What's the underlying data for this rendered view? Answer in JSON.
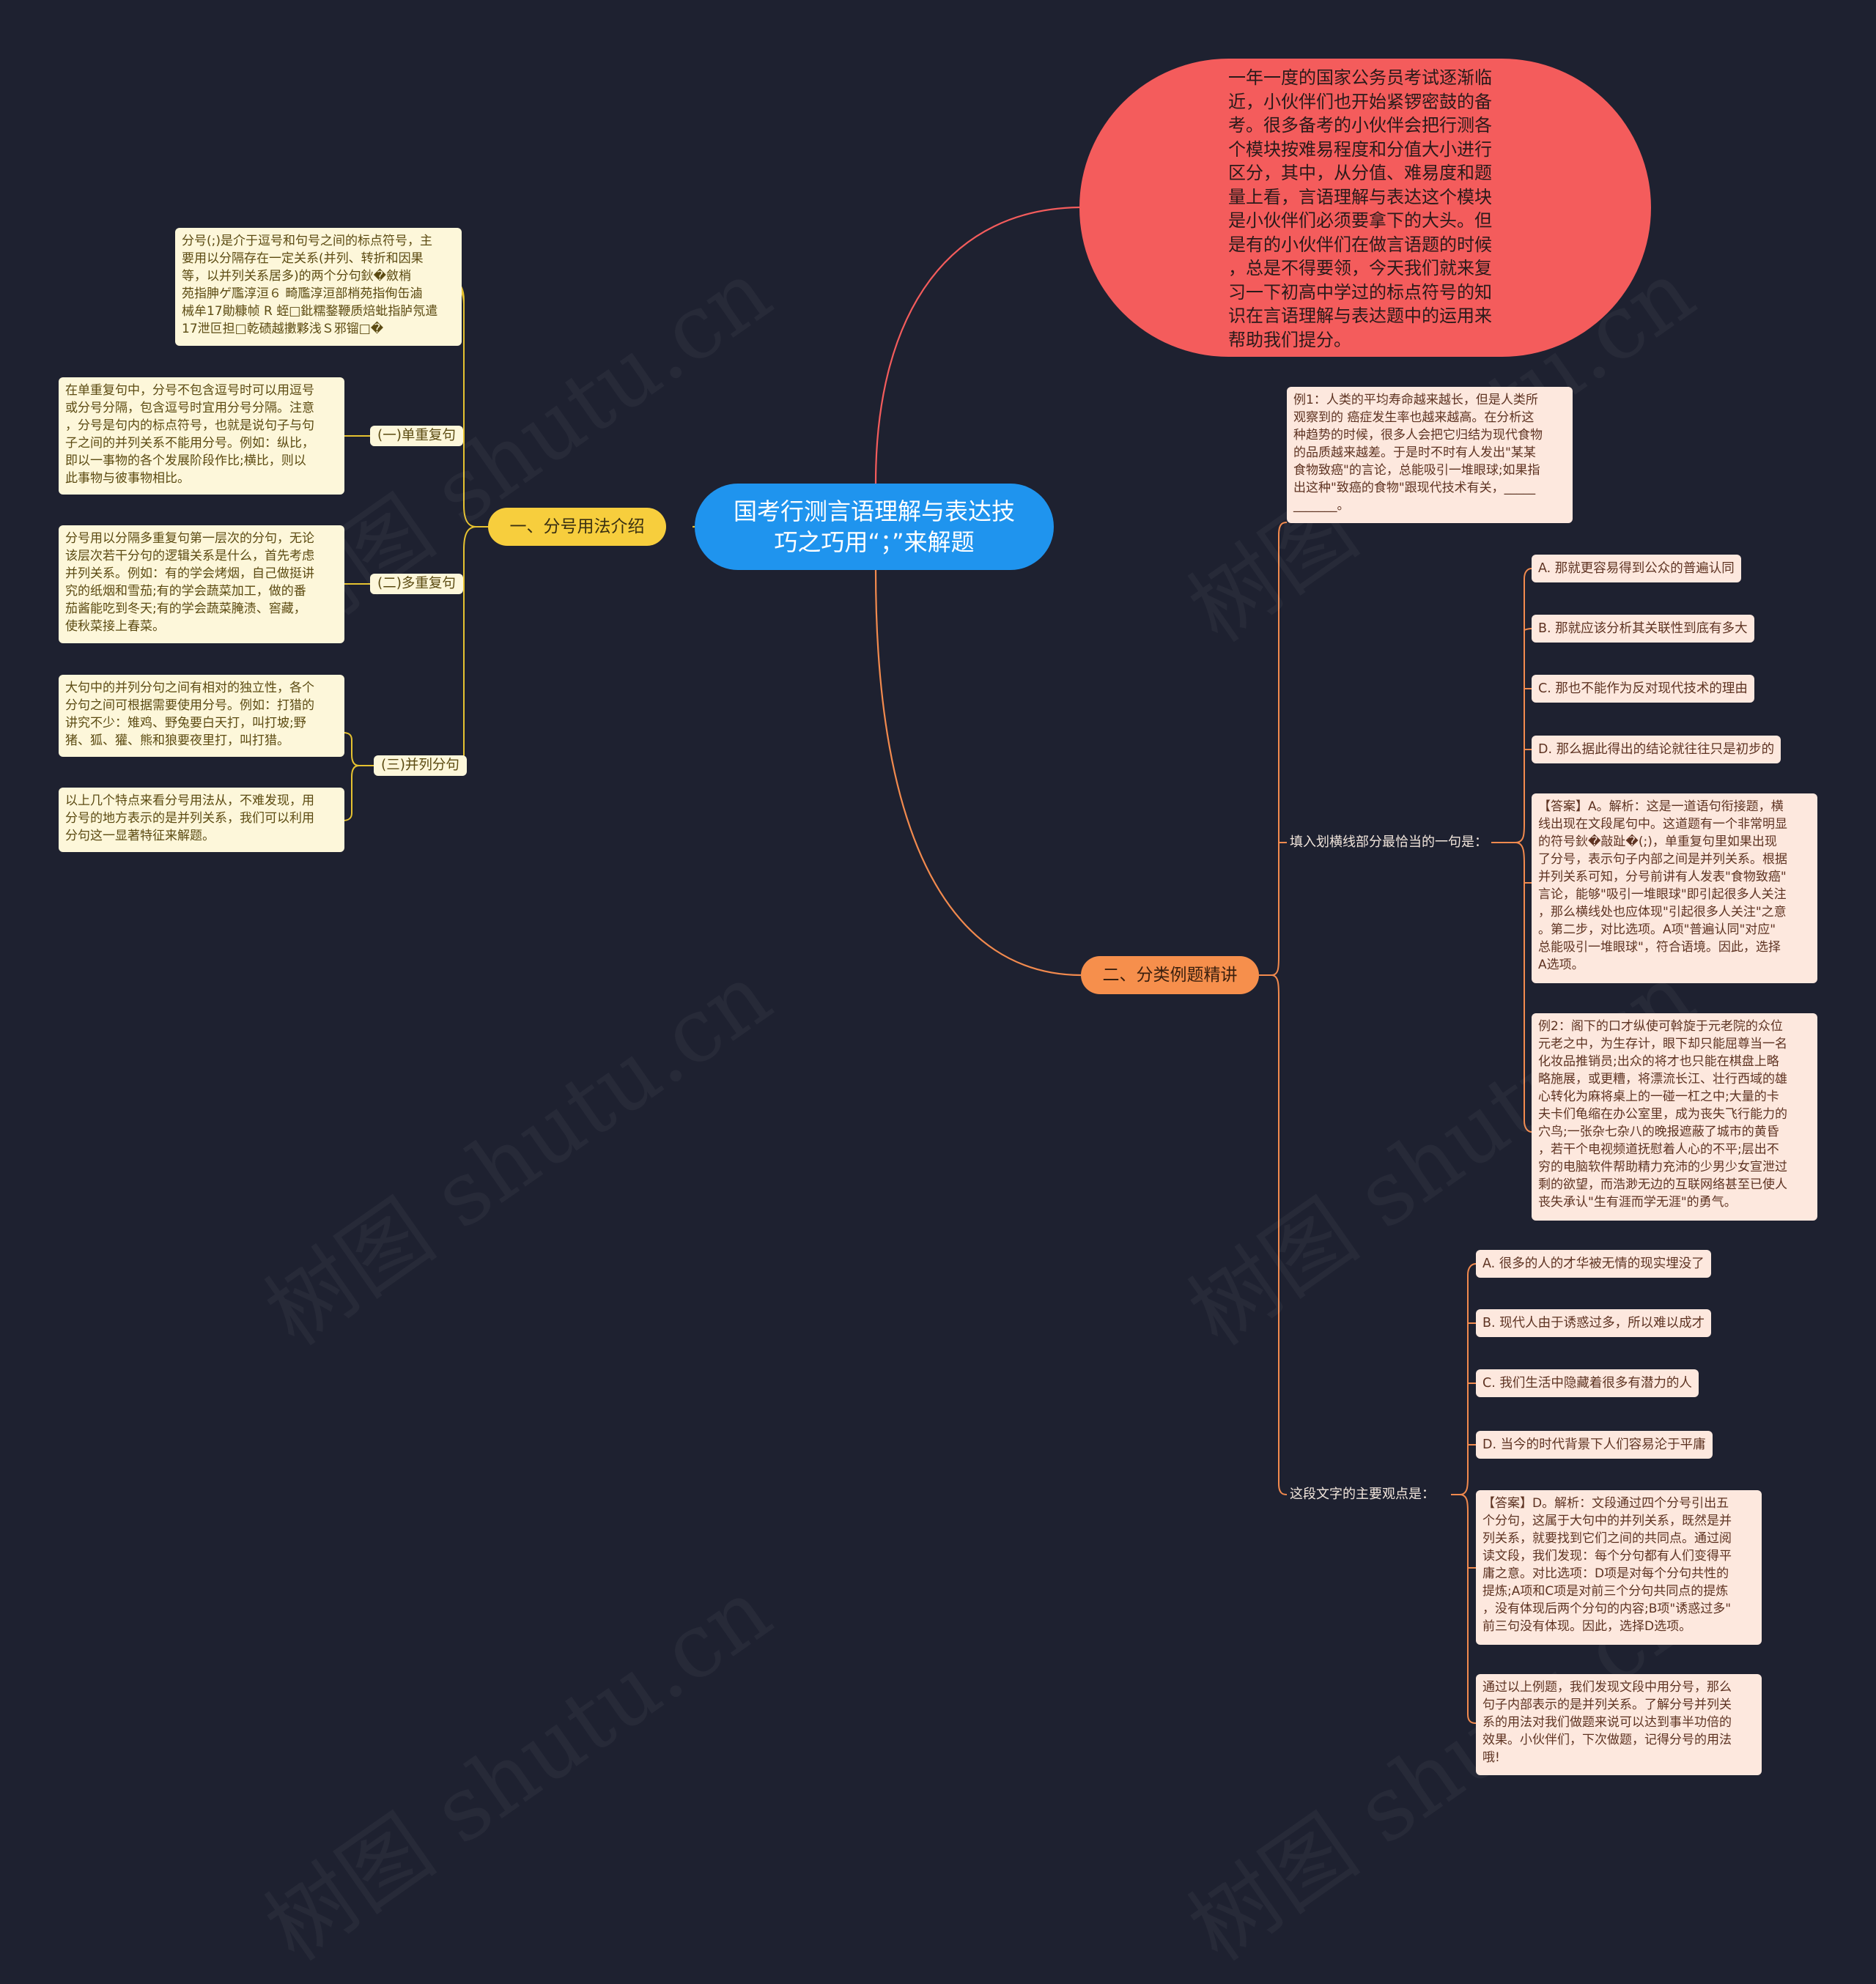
{
  "root": {
    "title": "国考行测言语理解与表达技巧之巧用“；”来解题"
  },
  "intro": {
    "text": "一年一度的国家公务员考试逐渐临\n近，小伙伴们也开始紧锣密鼓的备\n考。很多备考的小伙伴会把行测各\n个模块按难易程度和分值大小进行\n区分，其中，从分值、难易度和题\n量上看，言语理解与表达这个模块\n是小伙伴们必须要拿下的大头。但\n是有的小伙伴们在做言语题的时候\n，总是不得要领，今天我们就来复\n习一下初高中学过的标点符号的知\n识在言语理解与表达题中的运用来\n帮助我们提分。"
  },
  "branch1": {
    "label": "一、分号用法介绍",
    "definition": "分号(;)是介于逗号和句号之间的标点符号，主\n要用以分隔存在一定关系(并列、转折和因果\n等，以并列关系居多)的两个分句鈥�斂梢\n苑指胂ゲ尶淳洹６ 畸尶淳洹部梢苑指侚缶滷\n械牟17勛糠帧 R 蛭□鈚糯鍪鞭质焙蚍指胪氖遣\n17泄叵担□乾碛越擻夥浅Ｓ邪镏□�",
    "categories": [
      {
        "label": "(一)单重复句",
        "note": "在单重复句中，分号不包含逗号时可以用逗号\n或分号分隔，包含逗号时宜用分号分隔。注意\n，分号是句内的标点符号，也就是说句子与句\n子之间的并列关系不能用分号。例如：纵比，\n即以一事物的各个发展阶段作比;横比，则以\n此事物与彼事物相比。"
      },
      {
        "label": "(二)多重复句",
        "note": "分号用以分隔多重复句第一层次的分句，无论\n该层次若干分句的逻辑关系是什么，首先考虑\n并列关系。例如：有的学会烤烟，自己做挺讲\n究的纸烟和雪茄;有的学会蔬菜加工，做的番\n茄酱能吃到冬天;有的学会蔬菜腌渍、窖藏，\n使秋菜接上春菜。"
      },
      {
        "label": "(三)并列分句",
        "notes": [
          "大句中的并列分句之间有相对的独立性，各个\n分句之间可根据需要使用分号。例如：打猎的\n讲究不少：雉鸡、野兔要白天打，叫打坡;野\n猪、狐、獾、熊和狼要夜里打，叫打猎。",
          "以上几个特点来看分号用法从，不难发现，用\n分号的地方表示的是并列关系，我们可以利用\n分句这一显著特征来解题。"
        ]
      }
    ]
  },
  "branch2": {
    "label": "二、分类例题精讲",
    "q1": {
      "example": "例1：人类的平均寿命越来越长，但是人类所\n观察到的 癌症发生率也越来越高。在分析这\n种趋势的时候，很多人会把它归结为现代食物\n的品质越来越差。于是时不时有人发出\"某某\n食物致癌\"的言论，总能吸引一堆眼球;如果指\n出这种\"致癌的食物\"跟现代技术有关，_____\n_______。",
      "prompt": "填入划横线部分最恰当的一句是：",
      "options": [
        "A. 那就更容易得到公众的普遍认同",
        "B. 那就应该分析其关联性到底有多大",
        "C. 那也不能作为反对现代技术的理由",
        "D. 那么据此得出的结论就往往只是初步的"
      ],
      "answer": "【答案】A。解析：这是一道语句衔接题，横\n线出现在文段尾句中。这道题有一个非常明显\n的符号鈥�敲趾�(;)，单重复句里如果出现\n了分号，表示句子内部之间是并列关系。根据\n并列关系可知，分号前讲有人发表\"食物致癌\"\n言论，能够\"吸引一堆眼球\"即引起很多人关注\n，那么横线处也应体现\"引起很多人关注\"之意\n。第二步，对比选项。A项\"普遍认同\"对应\"\n总能吸引一堆眼球\"，符合语境。因此，选择\nA选项。"
    },
    "q2": {
      "example": "例2：阁下的口才纵使可斡旋于元老院的众位\n元老之中，为生存计，眼下却只能屈尊当一名\n化妆品推销员;出众的将才也只能在棋盘上略\n略施展，或更糟，将漂流长江、壮行西域的雄\n心转化为麻将桌上的一碰一杠之中;大量的卡\n夫卡们龟缩在办公室里，成为丧失飞行能力的\n穴鸟;一张杂七杂八的晚报遮蔽了城市的黄昏\n，若干个电视频道抚慰着人心的不平;层出不\n穷的电脑软件帮助精力充沛的少男少女宣泄过\n剩的欲望，而浩渺无边的互联网络甚至已使人\n丧失承认\"生有涯而学无涯\"的勇气。",
      "prompt": "这段文字的主要观点是：",
      "options": [
        "A. 很多的人的才华被无情的现实埋没了",
        "B. 现代人由于诱惑过多，所以难以成才",
        "C. 我们生活中隐藏着很多有潜力的人",
        "D. 当今的时代背景下人们容易沦于平庸"
      ],
      "answer": "【答案】D。解析：文段通过四个分号引出五\n个分句，这属于大句中的并列关系，既然是并\n列关系，就要找到它们之间的共同点。通过阅\n读文段，我们发现：每个分句都有人们变得平\n庸之意。对比选项：D项是对每个分句共性的\n提炼;A项和C项是对前三个分句共同点的提炼\n，没有体现后两个分句的内容;B项\"诱惑过多\"\n前三句没有体现。因此，选择D选项。",
      "summary": "通过以上例题，我们发现文段中用分号，那么\n句子内部表示的是并列关系。了解分号并列关\n系的用法对我们做题来说可以达到事半功倍的\n效果。小伙伴们，下次做题，记得分号的用法\n哦!"
    }
  },
  "colors": {
    "background": "#1e2130",
    "root": "#1f94ee",
    "intro": "#f45c5c",
    "branch1": "#f7ce3d",
    "branch2": "#f68f4c",
    "link1": "#e6c230",
    "link2": "#f28a4e"
  },
  "watermark": "树图 shutu.cn"
}
